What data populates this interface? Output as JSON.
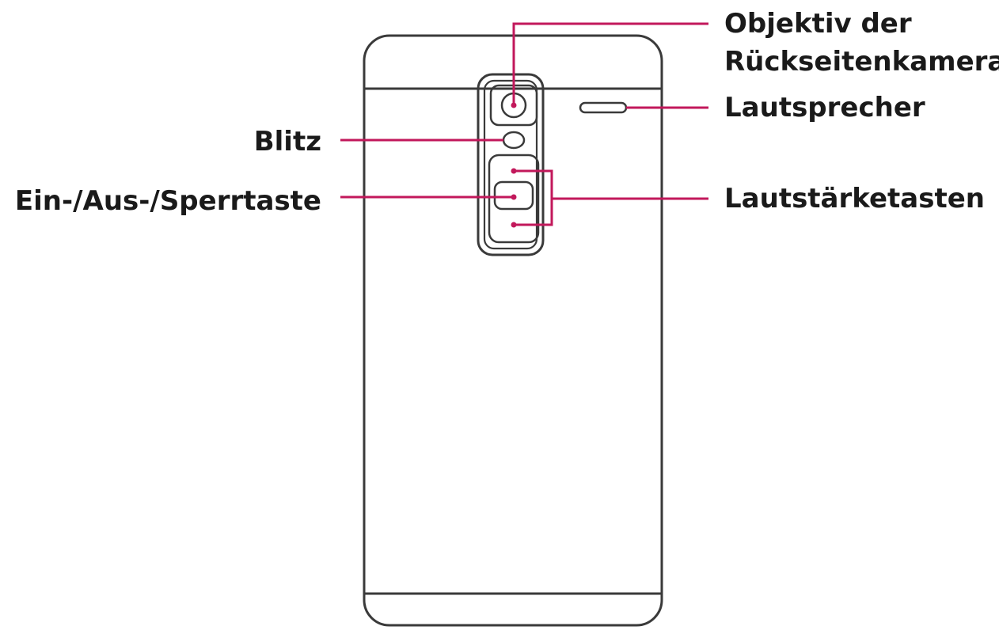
{
  "colors": {
    "outline": "#3a3a3a",
    "callout": "#c2185b",
    "text": "#1a1a1a",
    "background": "#ffffff"
  },
  "labels": {
    "rear_camera_line1": "Objektiv der",
    "rear_camera_line2": "Rückseitenkamera",
    "speaker": "Lautsprecher",
    "flash": "Blitz",
    "power_lock_key": "Ein-/Aus-/Sperrtaste",
    "volume_keys": "Lautstärketasten"
  }
}
